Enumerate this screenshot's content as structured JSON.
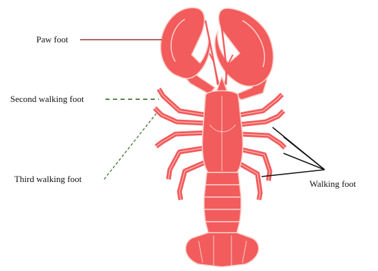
{
  "diagram": {
    "labels": {
      "paw_foot": "Paw foot",
      "second_walking_foot": "Second walking foot",
      "third_walking_foot": "Third walking foot",
      "walking_foot": "Walking foot"
    },
    "colors": {
      "body_fill": "#f25c5c",
      "outline": "#fbd0cc",
      "paw_leader": "#9b2b2b",
      "dashed_leader": "#3f6e2a",
      "walking_leader": "#111111"
    }
  }
}
